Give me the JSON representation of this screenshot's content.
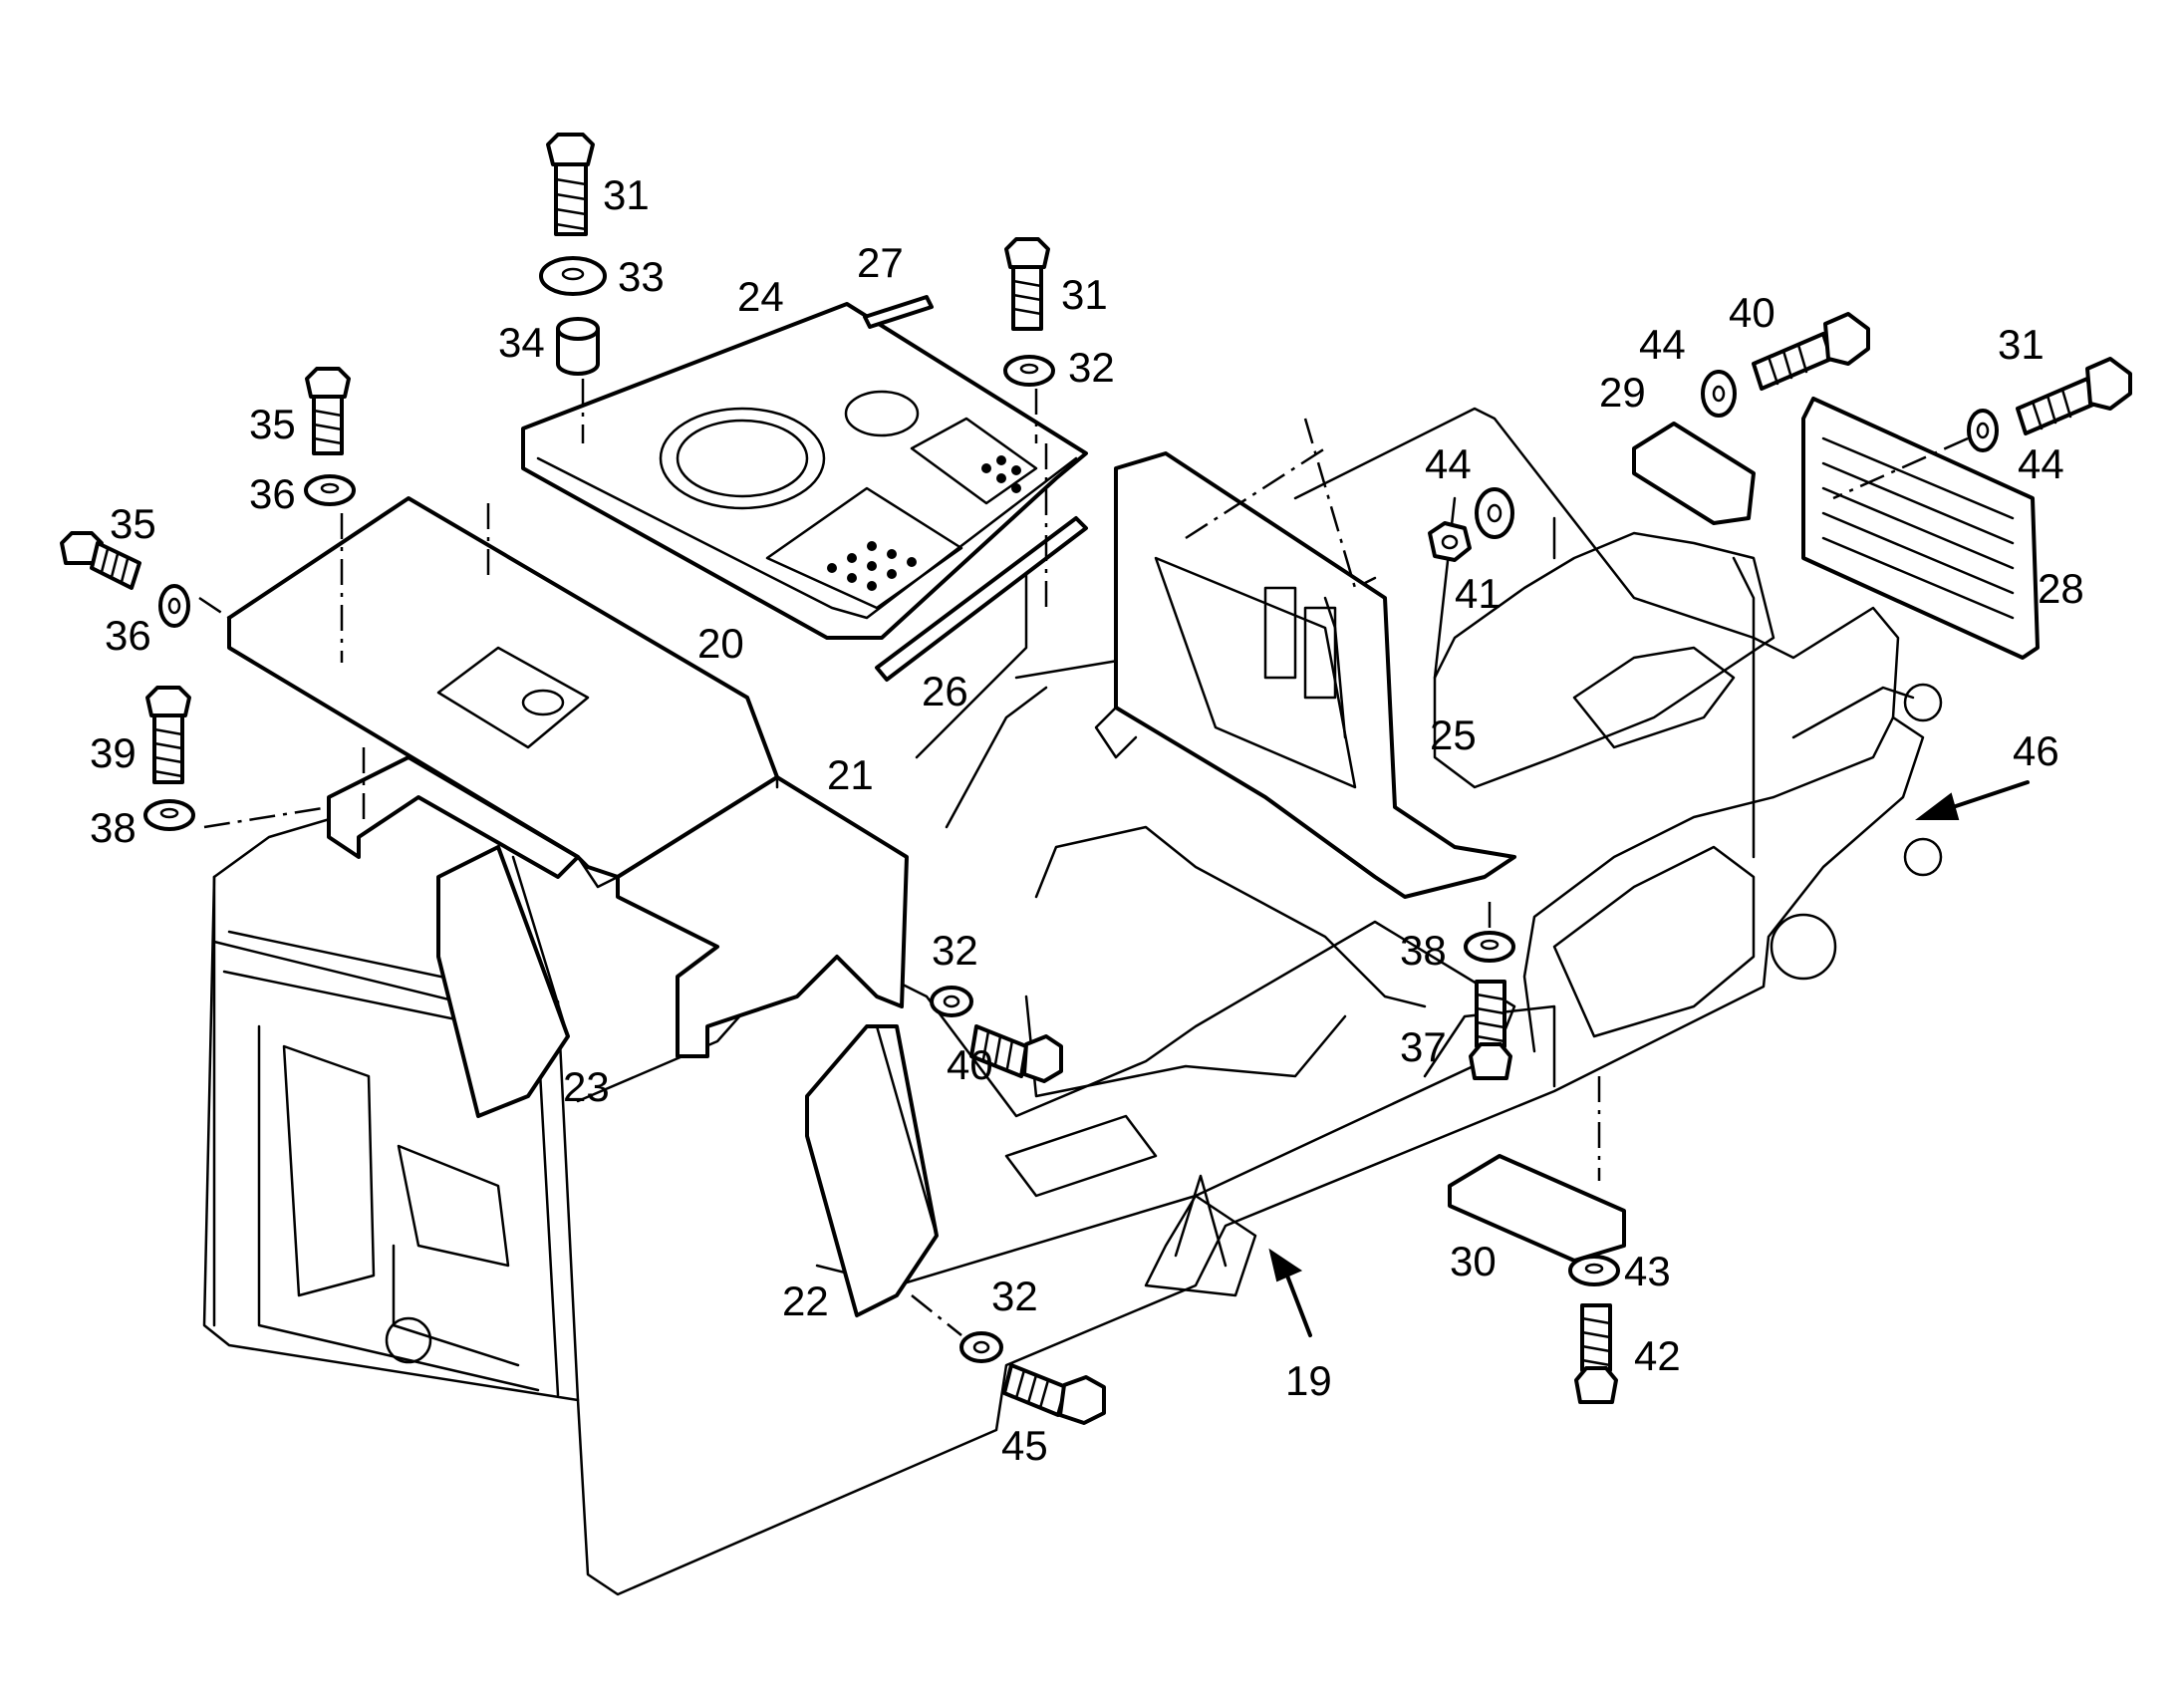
{
  "diagram": {
    "part_callouts": [
      {
        "id": "c-31a",
        "label": "31"
      },
      {
        "id": "c-33",
        "label": "33"
      },
      {
        "id": "c-34",
        "label": "34"
      },
      {
        "id": "c-27",
        "label": "27"
      },
      {
        "id": "c-24",
        "label": "24"
      },
      {
        "id": "c-31b",
        "label": "31"
      },
      {
        "id": "c-32a",
        "label": "32"
      },
      {
        "id": "c-35a",
        "label": "35"
      },
      {
        "id": "c-36a",
        "label": "36"
      },
      {
        "id": "c-35b",
        "label": "35"
      },
      {
        "id": "c-36b",
        "label": "36"
      },
      {
        "id": "c-20",
        "label": "20"
      },
      {
        "id": "c-39",
        "label": "39"
      },
      {
        "id": "c-38a",
        "label": "38"
      },
      {
        "id": "c-21",
        "label": "21"
      },
      {
        "id": "c-26",
        "label": "26"
      },
      {
        "id": "c-32b",
        "label": "32"
      },
      {
        "id": "c-40a",
        "label": "40"
      },
      {
        "id": "c-23",
        "label": "23"
      },
      {
        "id": "c-22",
        "label": "22"
      },
      {
        "id": "c-32c",
        "label": "32"
      },
      {
        "id": "c-45",
        "label": "45"
      },
      {
        "id": "c-19",
        "label": "19"
      },
      {
        "id": "c-25",
        "label": "25"
      },
      {
        "id": "c-44a",
        "label": "44"
      },
      {
        "id": "c-40b",
        "label": "40"
      },
      {
        "id": "c-29",
        "label": "29"
      },
      {
        "id": "c-44b",
        "label": "44"
      },
      {
        "id": "c-41",
        "label": "41"
      },
      {
        "id": "c-31c",
        "label": "31"
      },
      {
        "id": "c-44c",
        "label": "44"
      },
      {
        "id": "c-28",
        "label": "28"
      },
      {
        "id": "c-46",
        "label": "46"
      },
      {
        "id": "c-38b",
        "label": "38"
      },
      {
        "id": "c-37",
        "label": "37"
      },
      {
        "id": "c-30",
        "label": "30"
      },
      {
        "id": "c-43",
        "label": "43"
      },
      {
        "id": "c-42",
        "label": "42"
      }
    ]
  }
}
